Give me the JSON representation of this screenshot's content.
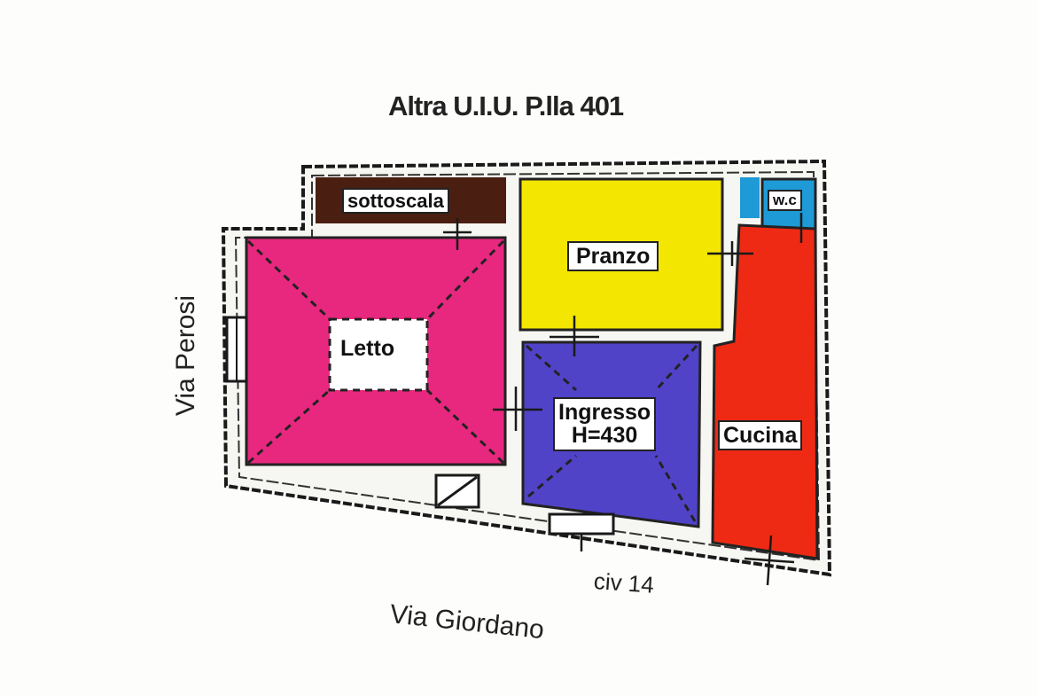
{
  "title": "Altra U.I.U. P.lla 401",
  "rooms": {
    "sottoscala": {
      "label": "sottoscala",
      "color": "#4a1f12"
    },
    "pranzo": {
      "label": "Pranzo",
      "color": "#f3e600"
    },
    "wc_top": {
      "color": "#1e9ad6"
    },
    "wc": {
      "label": "w.c",
      "color": "#1e9ad6"
    },
    "letto": {
      "label": "Letto",
      "color": "#e8287e"
    },
    "ingresso": {
      "label": "Ingresso",
      "height_label": "H=430",
      "color": "#5043c8"
    },
    "cucina": {
      "label": "Cucina",
      "color": "#ee2a14"
    }
  },
  "streets": {
    "west": "Via Perosi",
    "south": "Via Giordano"
  },
  "civic_number": "civ 14",
  "colors": {
    "wall": "#1a1a1a",
    "background": "#fdfdfb"
  }
}
